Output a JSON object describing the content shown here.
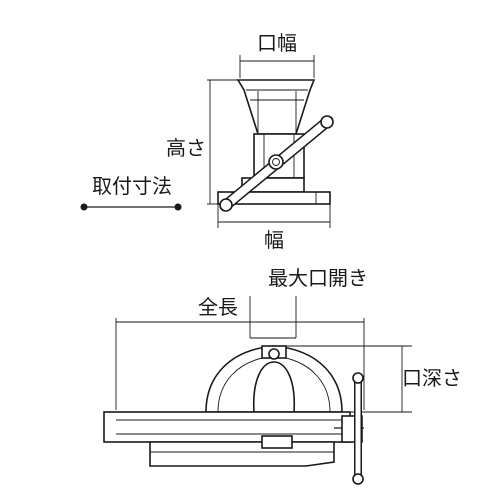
{
  "labels": {
    "jaw_width": "口幅",
    "height": "高さ",
    "mounting_dim": "取付寸法",
    "width": "幅",
    "max_jaw_opening": "最大口開き",
    "overall_length": "全長",
    "jaw_depth": "口深さ"
  }
}
